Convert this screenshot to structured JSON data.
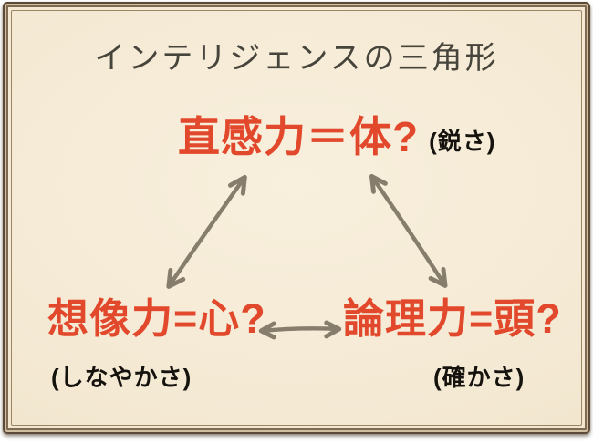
{
  "slide": {
    "title": "インテリジェンスの三角形",
    "nodes": {
      "top": {
        "label": "直感力＝体?",
        "annotation": "(鋭さ)"
      },
      "left": {
        "label": "想像力=心?",
        "annotation": "(しなやかさ)"
      },
      "right": {
        "label": "論理力=頭?",
        "annotation": "(確かさ)"
      }
    },
    "arrows": [
      {
        "name": "arrow-top-left",
        "between": [
          "top",
          "left"
        ],
        "bidirectional": true,
        "style": "hand-drawn"
      },
      {
        "name": "arrow-top-right",
        "between": [
          "top",
          "right"
        ],
        "bidirectional": true,
        "style": "hand-drawn"
      },
      {
        "name": "arrow-left-right",
        "between": [
          "left",
          "right"
        ],
        "bidirectional": true,
        "style": "hand-drawn"
      }
    ],
    "colors": {
      "background_cream": "#f4e9d3",
      "accent_red": "#e2492c",
      "annotation_black": "#16130f",
      "title_gray": "#46443b",
      "arrow_gray": "#877d6c",
      "frame_brown": "#5d4a36"
    }
  }
}
